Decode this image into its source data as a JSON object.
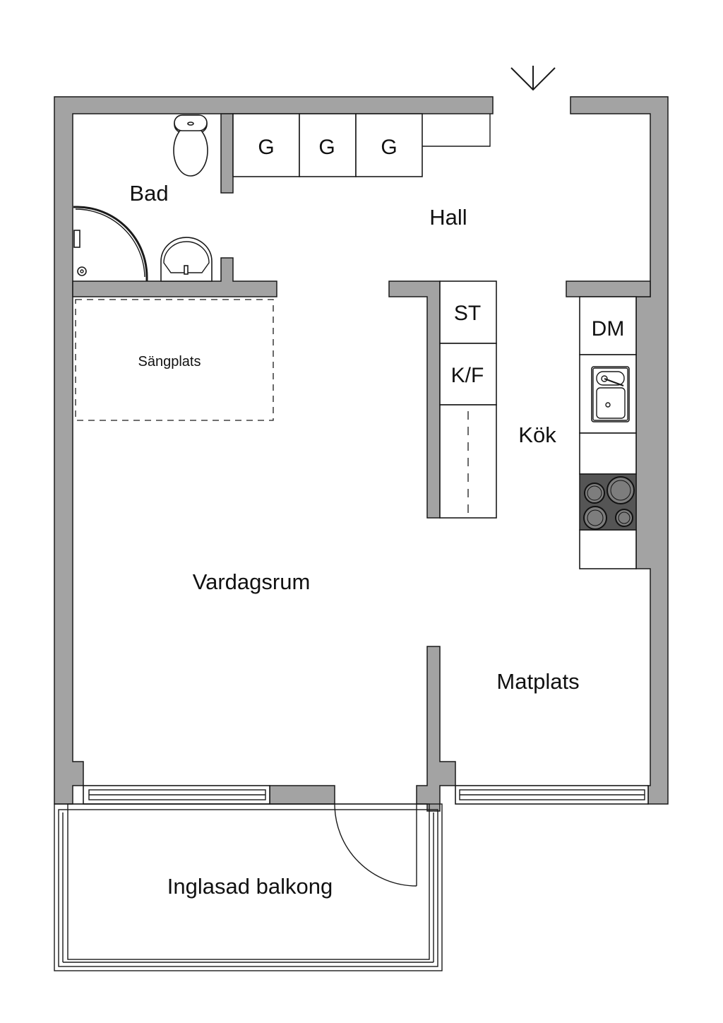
{
  "plan": {
    "rooms": {
      "bad": "Bad",
      "hall": "Hall",
      "kok": "Kök",
      "vardagsrum": "Vardagsrum",
      "matplats": "Matplats",
      "balkong": "Inglasad balkong",
      "sangplats": "Sängplats"
    },
    "fixtures": {
      "wardrobe": [
        "G",
        "G",
        "G"
      ],
      "storage": "ST",
      "fridge_freezer": "K/F",
      "dishwasher": "DM"
    },
    "icons": [
      "entrance-arrow-icon",
      "toilet-icon",
      "sink-icon",
      "shower-icon",
      "kitchen-sink-icon",
      "cooktop-icon",
      "door-swing-icon"
    ],
    "colors": {
      "wall": "#a3a3a3",
      "cooktop": "#555555",
      "line": "#1a1a1a"
    }
  }
}
